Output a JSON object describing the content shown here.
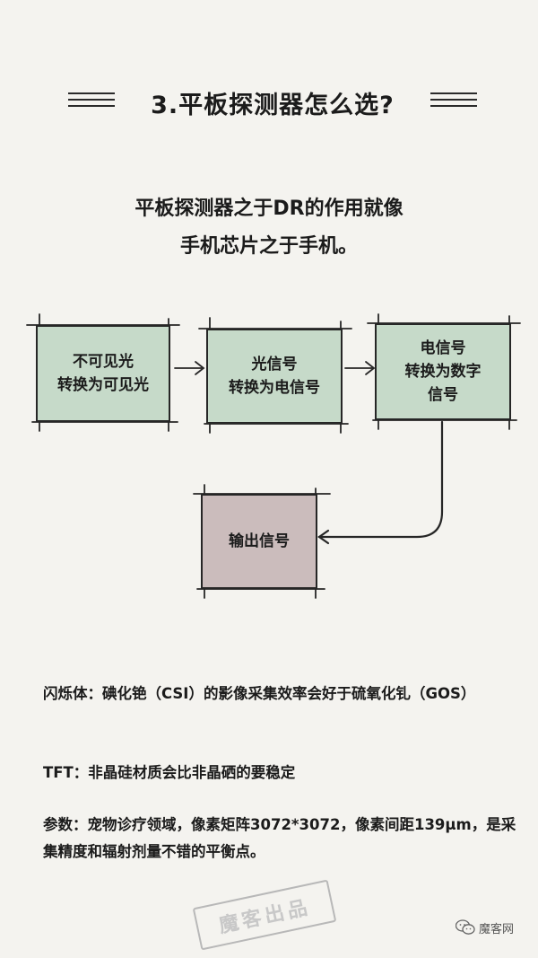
{
  "title": {
    "text": "3.平板探测器怎么选?"
  },
  "intro": {
    "line1": "平板探测器之于DR的作用就像",
    "line2": "手机芯片之于手机。"
  },
  "flow": {
    "box1": {
      "line1": "不可见光",
      "line2": "转换为可见光"
    },
    "box2": {
      "line1": "光信号",
      "line2": "转换为电信号"
    },
    "box3": {
      "line1": "电信号",
      "line2": "转换为数字",
      "line3": "信号"
    },
    "box4": {
      "line1": "输出信号"
    }
  },
  "notes": {
    "scintillator": "闪烁体：碘化铯（CSI）的影像采集效率会好于硫氧化钆（GOS）",
    "tft": "TFT：非晶硅材质会比非晶硒的要稳定",
    "params": "参数：宠物诊疗领域，像素矩阵3072*3072，像素间距139μm，是采集精度和辐射剂量不错的平衡点。"
  },
  "watermark": {
    "stamp": "魔客出品",
    "brand": "魔客网"
  },
  "colors": {
    "background": "#f4f3ef",
    "box_green": "#c6dac9",
    "box_mauve": "#cbbcbc",
    "ink": "#1b1b1b"
  }
}
